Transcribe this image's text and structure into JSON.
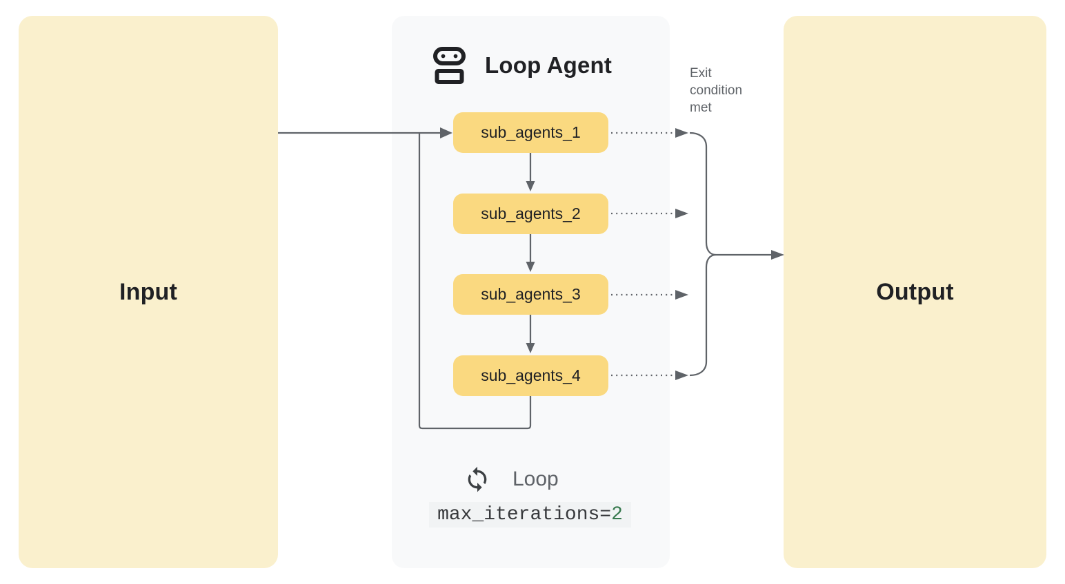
{
  "diagram": {
    "input": {
      "label": "Input"
    },
    "loop_agent": {
      "title": "Loop Agent",
      "sub_agents": [
        "sub_agents_1",
        "sub_agents_2",
        "sub_agents_3",
        "sub_agents_4"
      ],
      "loop": {
        "label": "Loop",
        "code": "max_iterations=",
        "code_value": "2"
      }
    },
    "exit_label": "Exit condition met",
    "output": {
      "label": "Output"
    }
  },
  "icons": {
    "agent": "robot-icon",
    "loop": "loop-icon"
  },
  "colors": {
    "io_panel_fill": "#FAF0CD",
    "loop_panel_fill": "#F8F9FA",
    "sub_agent_fill": "#FAD980",
    "connector": "#5F6368",
    "text_dark": "#202124",
    "text_gray": "#5F6368",
    "icon_dark": "#3C4043",
    "code_background": "#F1F3F4",
    "code_value_green": "#37794E"
  }
}
